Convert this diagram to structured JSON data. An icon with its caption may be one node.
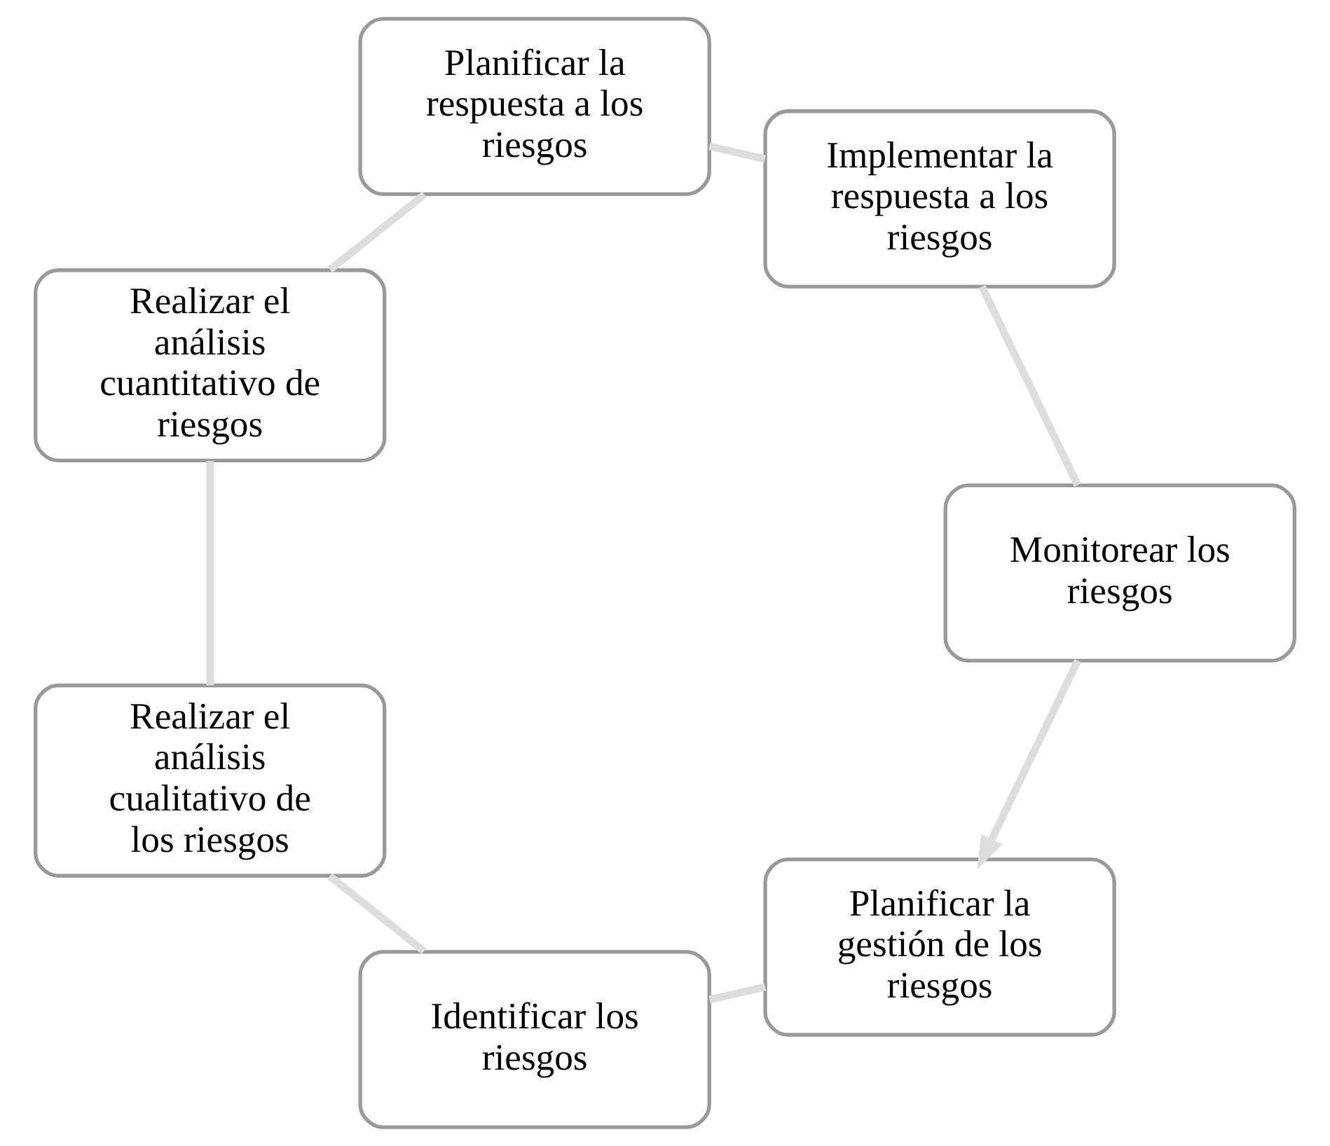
{
  "diagram": {
    "nodes": [
      {
        "text": [
          "Planificar la gestión de los riesgos"
        ]
      },
      {
        "text": [
          "Identificar los riesgos"
        ]
      },
      {
        "text": [
          "Realizar el análisis cualitativo de los riesgos"
        ]
      },
      {
        "text": [
          "Realizar el análisis cuantitativo de riesgos"
        ]
      },
      {
        "text": [
          "Planificar la respuesta a los riesgos"
        ]
      },
      {
        "text": [
          "Implementar la respuesta a los riesgos"
        ]
      },
      {
        "text": [
          "Monitorear los riesgos"
        ]
      }
    ],
    "edges": [
      {
        "from": 0,
        "to": 1,
        "arrow": "none"
      },
      {
        "from": 1,
        "to": 2,
        "arrow": "none"
      },
      {
        "from": 2,
        "to": 3,
        "arrow": "none"
      },
      {
        "from": 3,
        "to": 4,
        "arrow": "none"
      },
      {
        "from": 4,
        "to": 5,
        "arrow": "none"
      },
      {
        "from": 5,
        "to": 6,
        "arrow": "none"
      },
      {
        "from": 6,
        "to": 0,
        "arrow": "to"
      }
    ]
  }
}
